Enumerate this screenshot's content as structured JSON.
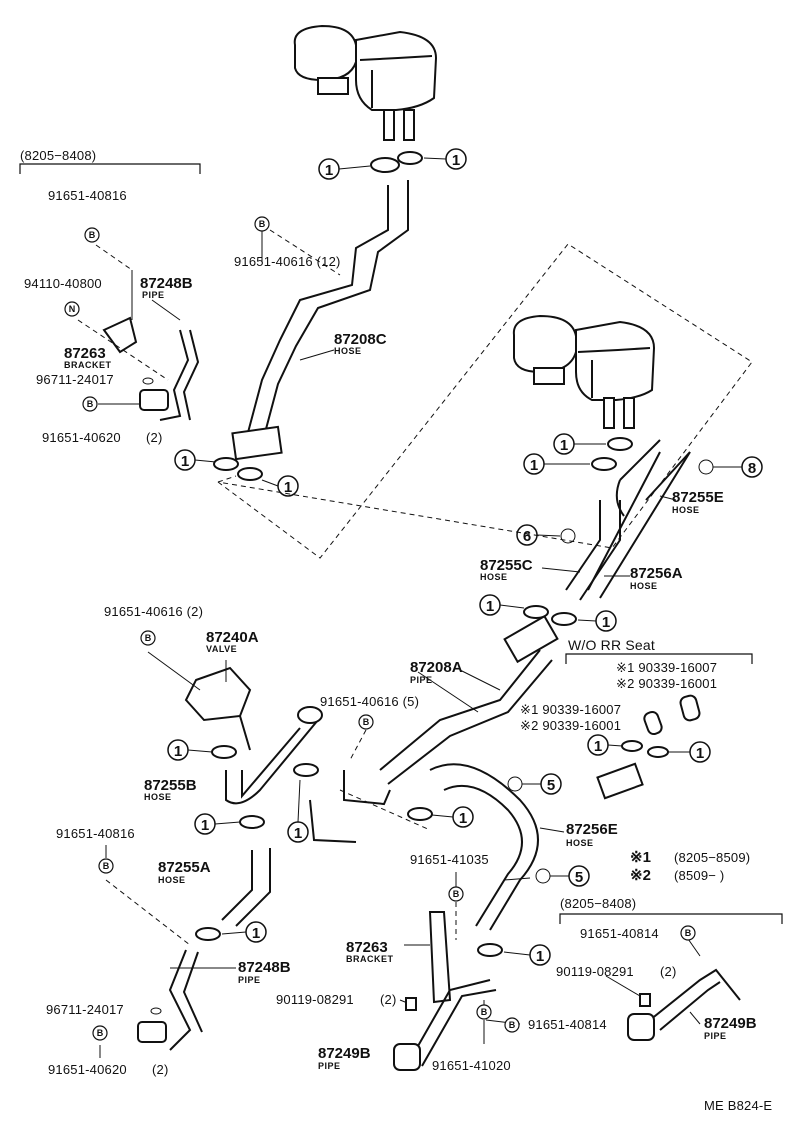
{
  "labels": {
    "range_top_left": "(8205−8408)",
    "p_91651_40816_a": "91651-40816",
    "p_94110_40800": "94110-40800",
    "p_87248B_a": "87248B",
    "pipe_a": "PIPE",
    "p_87263_a": "87263",
    "bracket_a": "BRACKET",
    "p_96711_24017_a": "96711-24017",
    "p_91651_40620_a": "91651-40620",
    "qty_2_a": "(2)",
    "p_91651_40616_12": "91651-40616 (12)",
    "p_87208C": "87208C",
    "hose_87208C": "HOSE",
    "p_87255E": "87255E",
    "hose_87255E": "HOSE",
    "p_87255C": "87255C",
    "hose_87255C": "HOSE",
    "p_87256A": "87256A",
    "hose_87256A": "HOSE",
    "p_91651_40616_2": "91651-40616 (2)",
    "p_87240A": "87240A",
    "valve": "VALVE",
    "p_87208A": "87208A",
    "pipe_87208A": "PIPE",
    "p_91651_40616_5": "91651-40616 (5)",
    "wo_rr_seat": "W/O RR Seat",
    "alt1_a": "※1 90339-16007",
    "alt2_a": "※2 90339-16001",
    "alt1_b": "※1 90339-16007",
    "alt2_b": "※2 90339-16001",
    "p_87255B": "87255B",
    "hose_87255B": "HOSE",
    "p_87256E": "87256E",
    "hose_87256E": "HOSE",
    "p_91651_40816_b": "91651-40816",
    "p_87255A": "87255A",
    "hose_87255A": "HOSE",
    "p_91651_41035": "91651-41035",
    "note1": "※1",
    "note1_range": "(8205−8509)",
    "note2": "※2",
    "note2_range": "(8509−          )",
    "range_bottom_right": "(8205−8408)",
    "p_91651_40814_a": "91651-40814",
    "p_87263_b": "87263",
    "bracket_b": "BRACKET",
    "p_87248B_b": "87248B",
    "pipe_b": "PIPE",
    "p_90119_08291_a": "90119-08291",
    "qty_2_b": "(2)",
    "p_90119_08291_b": "90119-08291",
    "qty_2_c": "(2)",
    "p_96711_24017_b": "96711-24017",
    "p_91651_40814_b": "91651-40814",
    "p_87249B_a": "87249B",
    "pipe_c": "PIPE",
    "p_87249B_b": "87249B",
    "pipe_d": "PIPE",
    "p_91651_40620_b": "91651-40620",
    "qty_2_d": "(2)",
    "p_91651_41020": "91651-41020",
    "ref_code": "ME B824-E"
  },
  "markers": {
    "one": "1",
    "five": "5",
    "six": "6",
    "eight": "8",
    "B": "B",
    "N": "N"
  }
}
